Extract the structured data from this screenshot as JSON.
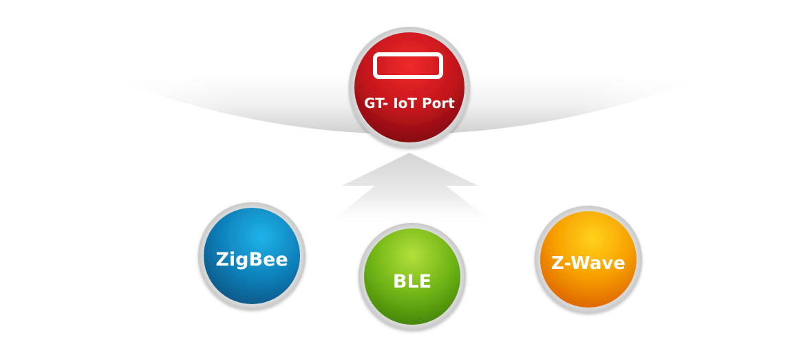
{
  "hub": {
    "label": "GT- IoT Port",
    "icon": "port-rectangle-icon",
    "color": "#c4161c"
  },
  "protocols": [
    {
      "label": "ZigBee",
      "color": "#0e7fb8"
    },
    {
      "label": "BLE",
      "color": "#6cb214"
    },
    {
      "label": "Z-Wave",
      "color": "#f28a00"
    }
  ]
}
